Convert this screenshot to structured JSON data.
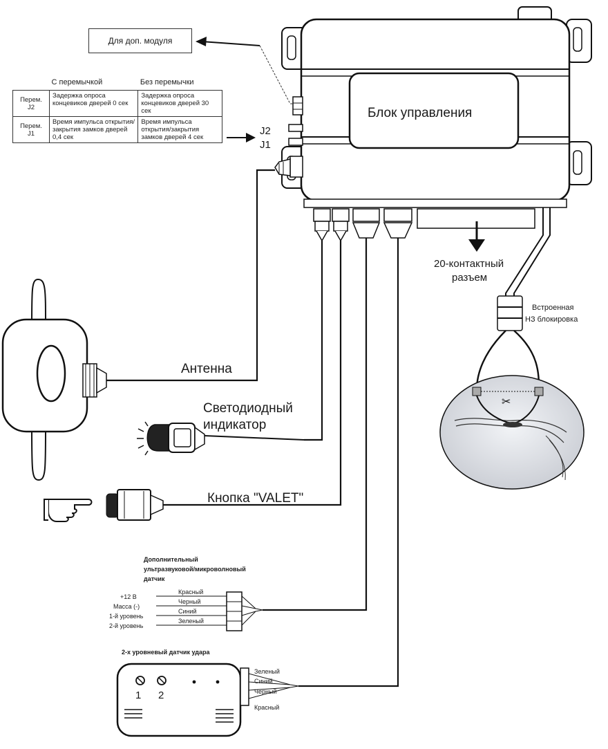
{
  "module_box": "Для доп. модуля",
  "jumper_table": {
    "col_with": "С перемычкой",
    "col_without": "Без перемычки",
    "rows": [
      {
        "name": "Перем. J2",
        "with": "Задержка опроса концевиков дверей 0 сек",
        "without": "Задержка опроса концевиков дверей 30 сек"
      },
      {
        "name": "Перем. J1",
        "with": "Время импульса открытия/закрытия замков дверей 0,4 сек",
        "without": "Время импульса открытия/закрытия замков дверей 4 сек"
      }
    ]
  },
  "control_unit": "Блок управления",
  "jumper_labels": {
    "j2": "J2",
    "j1": "J1"
  },
  "connector_20": {
    "line1": "20-контактный",
    "line2": "разъем"
  },
  "immobilizer": {
    "line1": "Встроенная",
    "line2": "НЗ блокировка"
  },
  "antenna": "Антенна",
  "led": {
    "line1": "Светодиодный",
    "line2": "индикатор"
  },
  "valet": "Кнопка \"VALET\"",
  "extra_sensor": {
    "title_line1": "Дополнительный",
    "title_line2": "ультразвуковой/микроволновый",
    "title_line3": "датчик",
    "pins": [
      "+12 В",
      "Масса (-)",
      "1-й уровень",
      "2-й уровень"
    ],
    "wires": [
      "Красный",
      "Черный",
      "Синий",
      "Зеленый"
    ]
  },
  "shock_sensor": {
    "title": "2-х уровневый датчик удара",
    "knob1": "1",
    "knob2": "2",
    "wires": [
      "Зеленый",
      "Синий",
      "Черный",
      "Красный"
    ]
  }
}
